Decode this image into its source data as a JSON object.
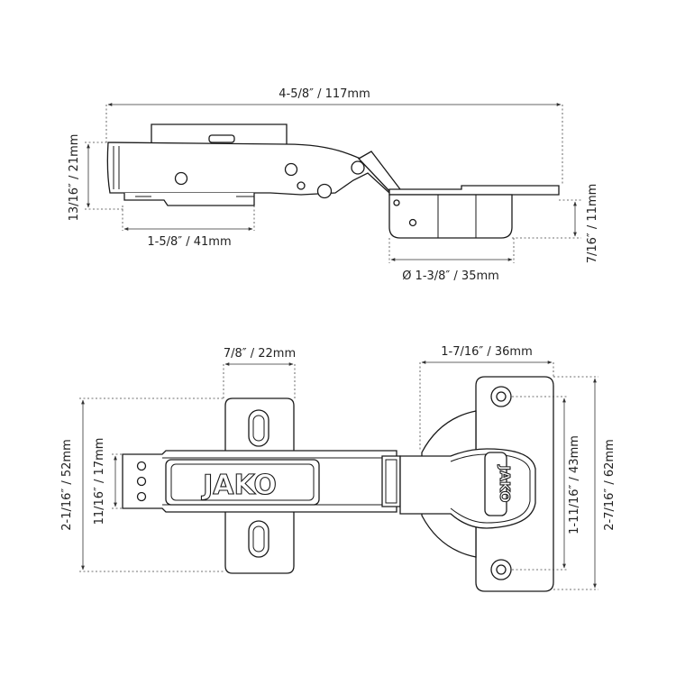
{
  "brand": "JAKO",
  "dimensions": {
    "overall_length": "4-5/8″ / 117mm",
    "side_height": "13/16″ / 21mm",
    "base_length": "1-5/8″ / 41mm",
    "cup_depth": "7/16″ / 11mm",
    "cup_diameter": "Ø 1-3/8″ / 35mm",
    "plate_width": "7/8″ / 22mm",
    "cup_plate_width": "1-7/16″ / 36mm",
    "plate_height": "2-1/16″ / 52mm",
    "arm_width": "11/16″ / 17mm",
    "cup_hole_spacing": "1-11/16″ / 43mm",
    "cup_plate_height": "2-7/16″ / 62mm"
  }
}
